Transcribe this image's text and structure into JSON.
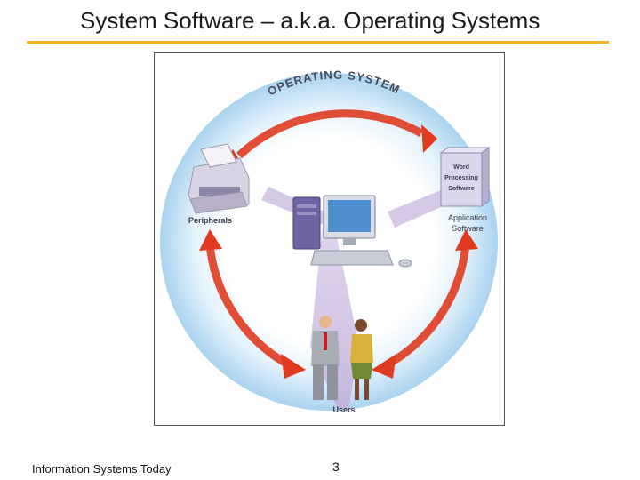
{
  "slide": {
    "title": "System Software – a.k.a. Operating Systems",
    "footer_left": "Information Systems Today",
    "page_number": "3"
  },
  "diagram": {
    "ring_label": "OPERATING SYSTEM",
    "nodes": {
      "peripherals": "Peripherals",
      "application_line1": "Application",
      "application_line2": "Software",
      "users": "Users",
      "box_line1": "Word",
      "box_line2": "Processing",
      "box_line3": "Software"
    },
    "icons": [
      "printer-icon",
      "computer-icon",
      "software-box-icon",
      "users-icon"
    ],
    "colors": {
      "accent_rule": "#f0b020",
      "arrow_red": "#e03a20",
      "ring_blue": "#b9dcf2",
      "spoke_purple": "#c8b6dc"
    }
  }
}
